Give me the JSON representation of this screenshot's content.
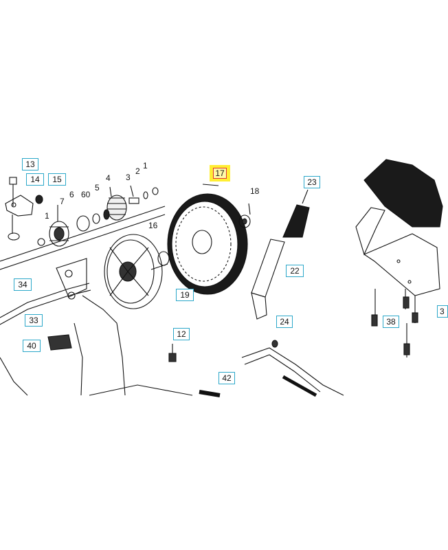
{
  "callouts": {
    "c13": "13",
    "c14": "14",
    "c15": "15",
    "c23": "23",
    "c34": "34",
    "c22": "22",
    "c19": "19",
    "c33": "33",
    "c24": "24",
    "c40": "40",
    "c12": "12",
    "c38": "38",
    "c42": "42",
    "c3r": "3"
  },
  "plain_labels": {
    "p4": "4",
    "p3": "3",
    "p2": "2",
    "p1a": "1",
    "p6": "6",
    "p60": "60",
    "p5": "5",
    "p7": "7",
    "p1b": "1",
    "p18": "18",
    "p16": "16"
  },
  "highlighted_part": "17",
  "colors": {
    "callout_border": "#2aa7c9",
    "highlight": "#ffee33",
    "highlight_border": "#e03030",
    "ink": "#111111"
  }
}
